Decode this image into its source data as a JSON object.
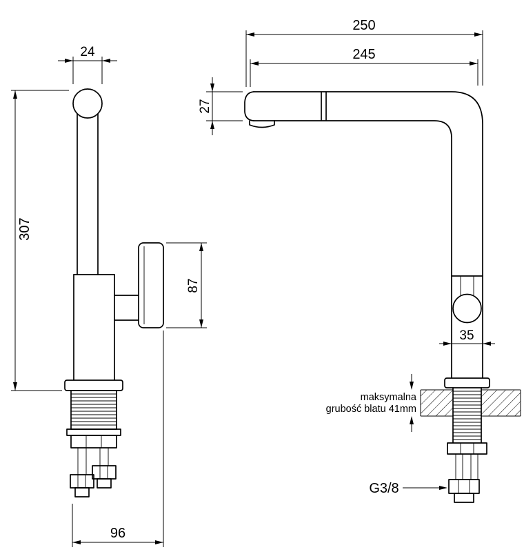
{
  "page": {
    "background": "#ffffff"
  },
  "drawing": {
    "dimensions": {
      "total_width": "250",
      "spout_reach": "245",
      "spout_height": "27",
      "top_diameter": "24",
      "total_height": "307",
      "handle_length": "87",
      "body_diameter": "35",
      "base_depth": "96",
      "thread_size": "G3/8"
    },
    "notes": {
      "countertop_line1": "maksymalna",
      "countertop_line2": "grubość blatu 41mm"
    },
    "colors": {
      "line": "#000000",
      "background": "#ffffff"
    }
  }
}
